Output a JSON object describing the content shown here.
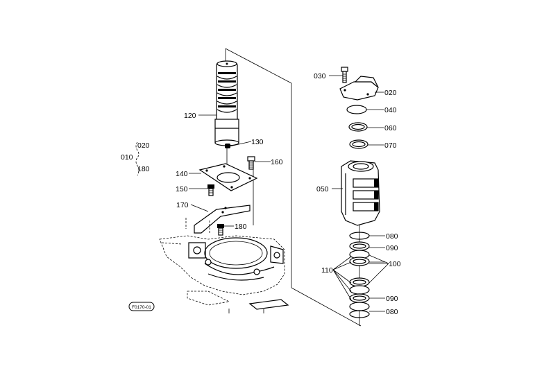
{
  "labels": {
    "p010": "010",
    "p020a": "020",
    "p180a": "180",
    "p120": "120",
    "p130": "130",
    "p140": "140",
    "p160": "160",
    "p150": "150",
    "p170": "170",
    "p180b": "180",
    "p030": "030",
    "p020b": "020",
    "p040": "040",
    "p060a": "060",
    "p070": "070",
    "p050": "050",
    "p080a": "080",
    "p090a": "090",
    "p110": "110",
    "p100": "100",
    "p090b": "090",
    "p080b": "080"
  },
  "figure_code": "F0170-01"
}
